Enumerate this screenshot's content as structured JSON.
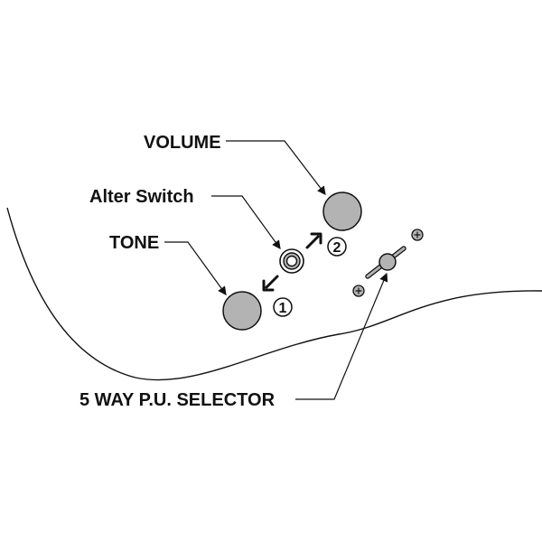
{
  "labels": {
    "volume": "VOLUME",
    "alter_switch": "Alter Switch",
    "tone": "TONE",
    "selector": "5 WAY P.U. SELECTOR"
  },
  "markers": {
    "one": "1",
    "two": "2"
  },
  "colors": {
    "knob_fill": "#b3b3b3",
    "line": "#111111",
    "background": "#ffffff"
  },
  "icons": {
    "screw": "plus-screw-icon",
    "switch": "push-switch-icon"
  }
}
